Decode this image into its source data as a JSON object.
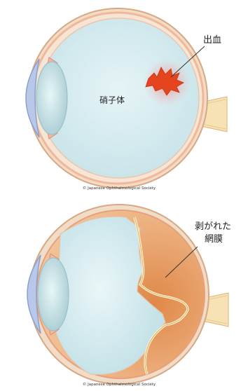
{
  "panel_top": {
    "label_hemorrhage": "出血",
    "label_vitreous": "硝子体",
    "caption": "© Japanese Ophthalmological Society"
  },
  "panel_bottom": {
    "label_detached_line1": "剥がれた",
    "label_detached_line2": "網膜",
    "caption": "© Japanese Ophthalmological Society"
  },
  "colors": {
    "vitreous": "#d4ebef",
    "sclera_outline": "#e8a07a",
    "retina_band": "#f3d2b8",
    "cornea": "#b7c6e6",
    "lens": "#cfe6ea",
    "hemorrhage": "#e4451e",
    "optic_nerve": "#f6e2b4",
    "detached_retina": "#e9b07e"
  }
}
